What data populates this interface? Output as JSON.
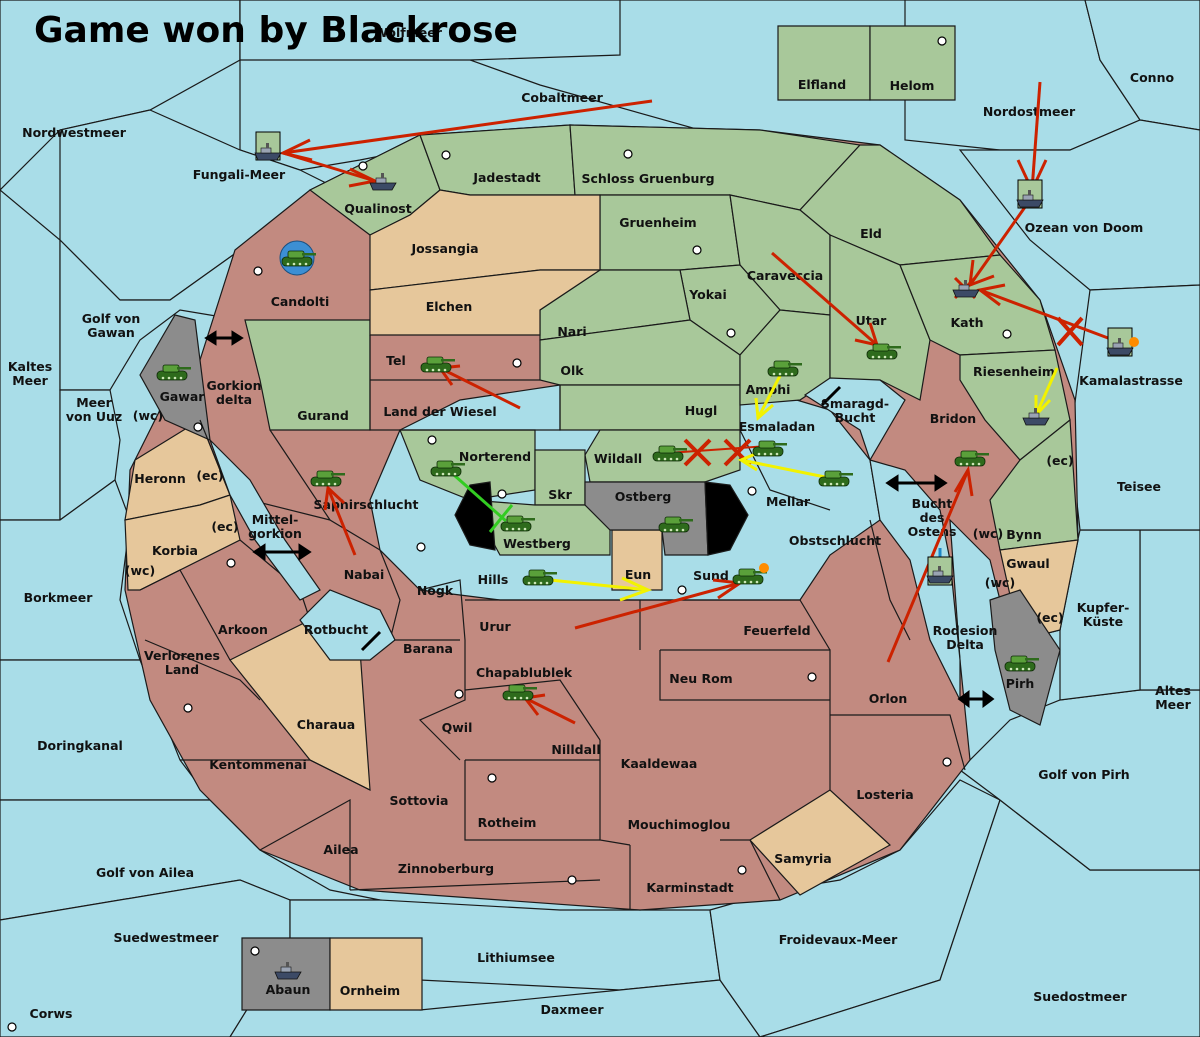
{
  "title": "Game won by Blackrose",
  "colors": {
    "sea": "#a9dde8",
    "neutral": "#e6c79b",
    "green": "#a8c89a",
    "red": "#c28a80",
    "grey": "#8c8c8c",
    "move_red": "#cc2200",
    "move_yellow": "#f2f200",
    "move_green": "#33cc22"
  },
  "seas": [
    {
      "id": "nordwestmeer",
      "label": "Nordwestmeer"
    },
    {
      "id": "cobaltmeer",
      "label": "Cobaltmeer"
    },
    {
      "id": "wolfmeer",
      "label": "Wolfmeer"
    },
    {
      "id": "nordostmeer",
      "label": "Nordostmeer"
    },
    {
      "id": "fungali",
      "label": "Fungali-Meer"
    },
    {
      "id": "ozean",
      "label": "Ozean von Doom"
    },
    {
      "id": "conno",
      "label": "Conno"
    },
    {
      "id": "kaltes",
      "label": "Kaltes Meer"
    },
    {
      "id": "golfgawan",
      "label": "Golf von Gawan"
    },
    {
      "id": "uuz",
      "label": "Meer von Uuz"
    },
    {
      "id": "gorkiondelta",
      "label": "Gorkion delta"
    },
    {
      "id": "mittelgorkion",
      "label": "Mittel- gorkion"
    },
    {
      "id": "rotbucht",
      "label": "Rotbucht"
    },
    {
      "id": "borkmeer",
      "label": "Borkmeer"
    },
    {
      "id": "doringkanal",
      "label": "Doringkanal"
    },
    {
      "id": "golfailea",
      "label": "Golf von Ailea"
    },
    {
      "id": "suedwestmeer",
      "label": "Suedwestmeer"
    },
    {
      "id": "lithiumsee",
      "label": "Lithiumsee"
    },
    {
      "id": "daxmeer",
      "label": "Daxmeer"
    },
    {
      "id": "froidevaux",
      "label": "Froidevaux-Meer"
    },
    {
      "id": "suedostmeer",
      "label": "Suedostmeer"
    },
    {
      "id": "golfpirh",
      "label": "Golf von Pirh"
    },
    {
      "id": "altesmeer",
      "label": "Altes Meer"
    },
    {
      "id": "kupferkueste",
      "label": "Kupfer- Küste"
    },
    {
      "id": "teisee",
      "label": "Teisee"
    },
    {
      "id": "kamalastrasse",
      "label": "Kamalastrasse"
    },
    {
      "id": "smaragdbucht",
      "label": "Smaragd- Bucht"
    },
    {
      "id": "buchtostens",
      "label": "Bucht des Ostens"
    },
    {
      "id": "rodesion",
      "label": "Rodesion Delta"
    },
    {
      "id": "corws",
      "label": "Corws"
    }
  ],
  "provinces": [
    {
      "id": "qualinost",
      "label": "Qualinost"
    },
    {
      "id": "jadestadt",
      "label": "Jadestadt"
    },
    {
      "id": "schloss",
      "label": "Schloss Gruenburg"
    },
    {
      "id": "eld",
      "label": "Eld"
    },
    {
      "id": "candolti",
      "label": "Candolti"
    },
    {
      "id": "jossangia",
      "label": "Jossangia"
    },
    {
      "id": "elchen",
      "label": "Elchen"
    },
    {
      "id": "gruenheim",
      "label": "Gruenheim"
    },
    {
      "id": "caraveccia",
      "label": "Caraveccia"
    },
    {
      "id": "yokai",
      "label": "Yokai"
    },
    {
      "id": "nari",
      "label": "Nari"
    },
    {
      "id": "utar",
      "label": "Utar"
    },
    {
      "id": "kath",
      "label": "Kath"
    },
    {
      "id": "tel",
      "label": "Tel"
    },
    {
      "id": "olk",
      "label": "Olk"
    },
    {
      "id": "landwiesel",
      "label": "Land der Wiesel"
    },
    {
      "id": "hugl",
      "label": "Hugl"
    },
    {
      "id": "amphi",
      "label": "Amphi"
    },
    {
      "id": "riesenheim",
      "label": "Riesenheim"
    },
    {
      "id": "gurand",
      "label": "Gurand"
    },
    {
      "id": "gawar",
      "label": "Gawar"
    },
    {
      "id": "esmaladan",
      "label": "Esmaladan"
    },
    {
      "id": "bridon",
      "label": "Bridon"
    },
    {
      "id": "norterend",
      "label": "Norterend"
    },
    {
      "id": "wildall",
      "label": "Wildall"
    },
    {
      "id": "skr",
      "label": "Skr"
    },
    {
      "id": "ostberg",
      "label": "Ostberg"
    },
    {
      "id": "mellar",
      "label": "Mellar"
    },
    {
      "id": "heronn",
      "label": "Heronn"
    },
    {
      "id": "saphir",
      "label": "Saphirschlucht"
    },
    {
      "id": "westberg",
      "label": "Westberg"
    },
    {
      "id": "obstschlucht",
      "label": "Obstschlucht"
    },
    {
      "id": "bynn",
      "label": "Bynn"
    },
    {
      "id": "korbia",
      "label": "Korbia"
    },
    {
      "id": "nabai",
      "label": "Nabai"
    },
    {
      "id": "hills",
      "label": "Hills"
    },
    {
      "id": "eun",
      "label": "Eun"
    },
    {
      "id": "sund",
      "label": "Sund"
    },
    {
      "id": "gwaul",
      "label": "Gwaul"
    },
    {
      "id": "nogk",
      "label": "Nogk"
    },
    {
      "id": "arkoon",
      "label": "Arkoon"
    },
    {
      "id": "urur",
      "label": "Urur"
    },
    {
      "id": "feuerfeld",
      "label": "Feuerfeld"
    },
    {
      "id": "barana",
      "label": "Barana"
    },
    {
      "id": "verloren",
      "label": "Verlorenes Land"
    },
    {
      "id": "chapablublek",
      "label": "Chapablublek"
    },
    {
      "id": "neurom",
      "label": "Neu Rom"
    },
    {
      "id": "pirh",
      "label": "Pirh"
    },
    {
      "id": "orlon",
      "label": "Orlon"
    },
    {
      "id": "charaua",
      "label": "Charaua"
    },
    {
      "id": "qwil",
      "label": "Qwil"
    },
    {
      "id": "nilldall",
      "label": "Nilldall"
    },
    {
      "id": "kaaldewaa",
      "label": "Kaaldewaa"
    },
    {
      "id": "kentommenai",
      "label": "Kentommenai"
    },
    {
      "id": "sottovia",
      "label": "Sottovia"
    },
    {
      "id": "rotheim",
      "label": "Rotheim"
    },
    {
      "id": "mouchimoglou",
      "label": "Mouchimoglou"
    },
    {
      "id": "losteria",
      "label": "Losteria"
    },
    {
      "id": "ailea",
      "label": "Ailea"
    },
    {
      "id": "zinnoberburg",
      "label": "Zinnoberburg"
    },
    {
      "id": "karminstadt",
      "label": "Karminstadt"
    },
    {
      "id": "samyria",
      "label": "Samyria"
    },
    {
      "id": "elfland",
      "label": "Elfland"
    },
    {
      "id": "helom",
      "label": "Helom"
    },
    {
      "id": "abaun",
      "label": "Abaun"
    },
    {
      "id": "ornheim",
      "label": "Ornheim"
    }
  ],
  "coast_tags": {
    "wc": "(wc)",
    "ec": "(ec)"
  }
}
